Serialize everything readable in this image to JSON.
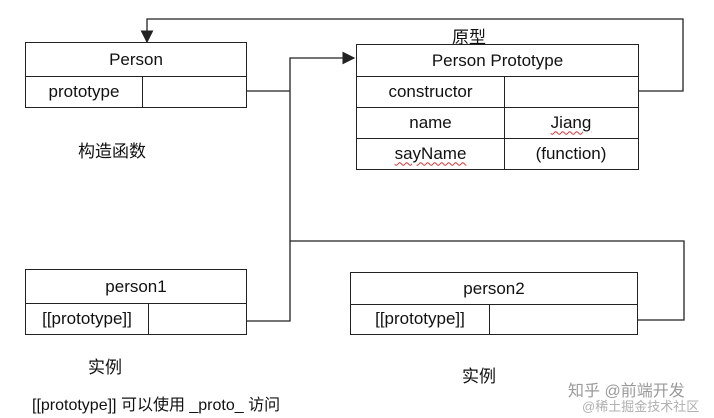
{
  "person": {
    "title": "Person",
    "row1": "prototype",
    "caption": "构造函数"
  },
  "proto": {
    "label": "原型",
    "title": "Person Prototype",
    "rows": [
      {
        "key": "constructor",
        "value": ""
      },
      {
        "key": "name",
        "value": "Jiang"
      },
      {
        "key": "sayName",
        "value": "(function)"
      }
    ]
  },
  "person1": {
    "title": "person1",
    "row1": "[[prototype]]",
    "caption": "实例"
  },
  "person2": {
    "title": "person2",
    "row1": "[[prototype]]",
    "caption": "实例"
  },
  "note": "[[prototype]] 可以使用 _proto_ 访问",
  "watermark": {
    "main": "知乎 @前端开发",
    "sub": "@稀土掘金技术社区"
  }
}
